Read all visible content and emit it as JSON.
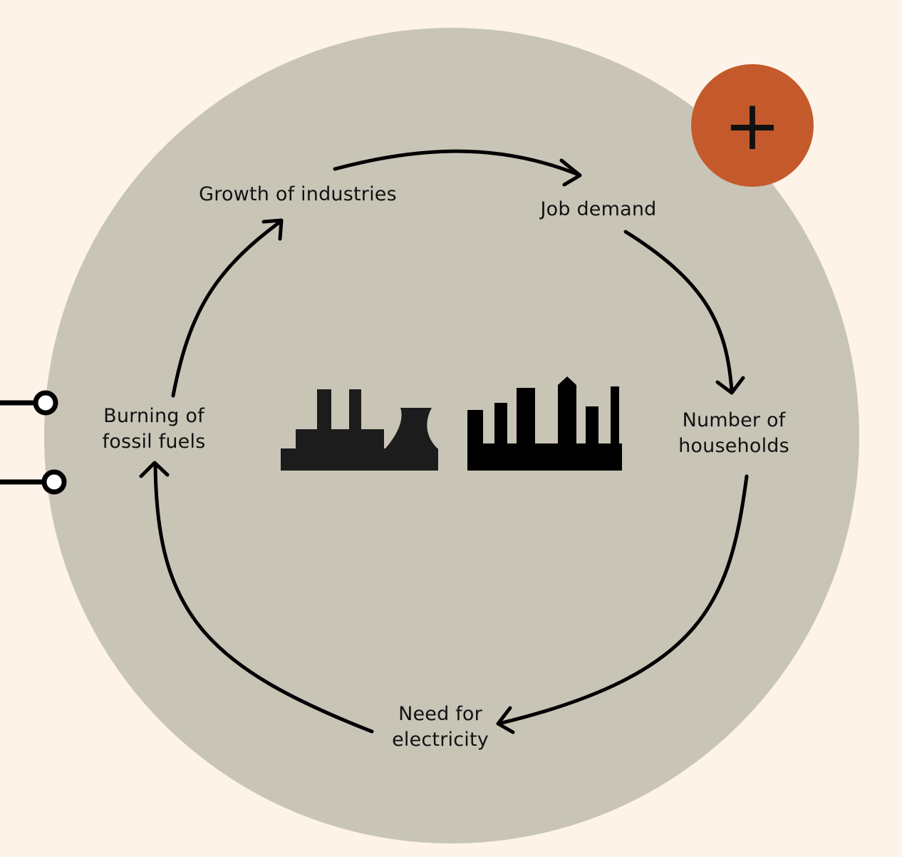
{
  "loop_badge": {
    "symbol": "+",
    "color": "#c45a2b"
  },
  "nodes": {
    "growth_of_industries": {
      "line1": "Growth of industries"
    },
    "job_demand": {
      "line1": "Job demand"
    },
    "number_of_households": {
      "line1": "Number of",
      "line2": "households"
    },
    "need_for_electricity": {
      "line1": "Need for",
      "line2": "electricity"
    },
    "burning_of_fossil_fuels": {
      "line1": "Burning of",
      "line2": "fossil fuels"
    }
  },
  "icons": {
    "center": [
      "power-plant-icon",
      "city-skyline-icon"
    ],
    "connectors": [
      "connector-icon",
      "connector-icon"
    ]
  },
  "colors": {
    "background": "#fdf3e8",
    "loop_circle": "#c8c5b7",
    "ink": "#111111"
  }
}
